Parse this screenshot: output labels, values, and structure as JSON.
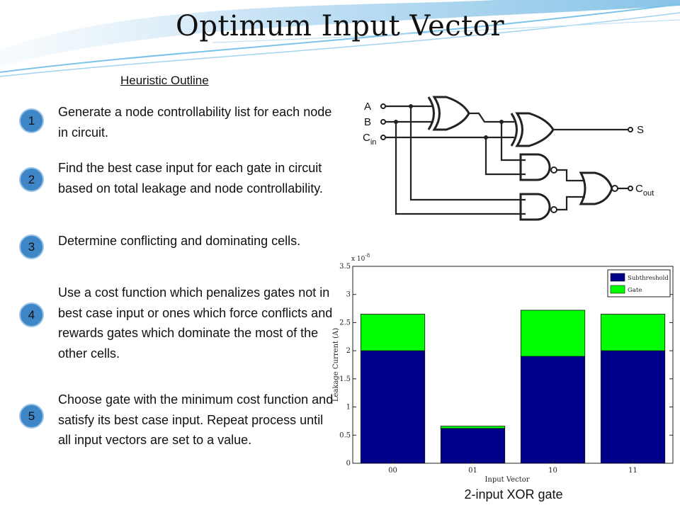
{
  "slide": {
    "title": "Optimum Input Vector",
    "outline_heading": "Heuristic Outline",
    "steps": [
      {
        "number": "1",
        "text": "Generate a node controllability list for each node in circuit."
      },
      {
        "number": "2",
        "text": "Find the best case input for each gate in circuit based on total leakage and node controllability."
      },
      {
        "number": "3",
        "text": "Determine conflicting and dominating cells."
      },
      {
        "number": "4",
        "text": "Use a cost function which penalizes gates not in best case input or ones which force conflicts and rewards gates which dominate the most of the other cells."
      },
      {
        "number": "5",
        "text": "Choose gate with the minimum cost function and satisfy its best case input. Repeat process until all input vectors are set to a value."
      }
    ],
    "caption": "2-input XOR gate",
    "colors": {
      "badge": "#3f86c7",
      "subthreshold": "#00008b",
      "gate": "#00ff00"
    }
  },
  "circuit": {
    "inputs": {
      "a": "A",
      "b": "B",
      "cin_main": "C",
      "cin_sub": "in"
    },
    "outputs": {
      "s": "S",
      "cout_main": "C",
      "cout_sub": "out"
    }
  },
  "chart_data": {
    "type": "bar",
    "stacked": true,
    "categories": [
      "00",
      "01",
      "10",
      "11"
    ],
    "series": [
      {
        "name": "Subthreshold",
        "color": "#00008b",
        "values": [
          2.0,
          0.62,
          1.9,
          2.0
        ]
      },
      {
        "name": "Gate",
        "color": "#00ff00",
        "values": [
          0.65,
          0.04,
          0.82,
          0.65
        ]
      }
    ],
    "xlabel": "Input Vector",
    "ylabel": "Leakage Current (A)",
    "exponent_label": "x 10",
    "exponent_power": "-8",
    "ylim": [
      0,
      3.5
    ],
    "yticks": [
      "0",
      "0.5",
      "1",
      "1.5",
      "2",
      "2.5",
      "3",
      "3.5"
    ],
    "legend_position": "top-right",
    "grid": false
  }
}
